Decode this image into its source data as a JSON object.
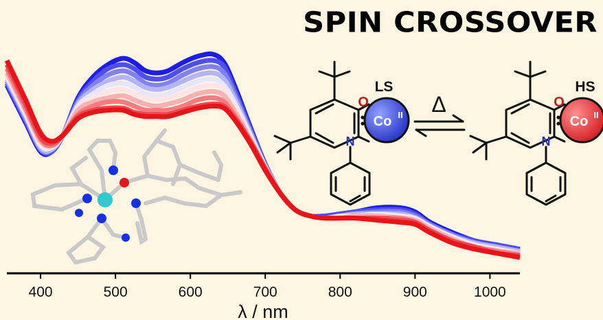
{
  "title": "SPIN CROSSOVER",
  "colors": {
    "background": "#fbf5e1",
    "high_temperature": "#e8141a",
    "low_temperature": "#1d1de6",
    "ls_metal": "#2f3fd6",
    "hs_metal": "#e4282e",
    "cobalt_atom": "#31c8cf",
    "nitrogen_atom": "#1330e6",
    "oxygen_atom": "#e0181e",
    "carbon_bond": "#c9c9c9"
  },
  "chart_data": {
    "type": "line",
    "xlabel": "λ / nm",
    "ylabel": "",
    "xlim": [
      355,
      1040
    ],
    "ylim": [
      0,
      1
    ],
    "y_axis_shown": false,
    "grid": false,
    "legend": "none",
    "xticks": [
      400,
      500,
      600,
      700,
      800,
      900,
      1000
    ],
    "tick_labels": [
      "400",
      "500",
      "600",
      "700",
      "800",
      "900",
      "1000"
    ],
    "series_count": 10,
    "color_gradient": [
      "#e8141a",
      "#ffffff",
      "#1d1de6"
    ],
    "x": [
      355,
      380,
      400,
      415,
      430,
      450,
      470,
      490,
      510,
      525,
      540,
      555,
      570,
      590,
      610,
      630,
      645,
      660,
      680,
      700,
      720,
      740,
      760,
      780,
      800,
      820,
      850,
      880,
      900,
      920,
      950,
      980,
      1010,
      1040
    ],
    "series": [
      {
        "values": [
          0.98,
          0.79,
          0.63,
          0.59,
          0.62,
          0.7,
          0.73,
          0.74,
          0.74,
          0.72,
          0.71,
          0.71,
          0.71,
          0.73,
          0.75,
          0.76,
          0.75,
          0.69,
          0.58,
          0.45,
          0.34,
          0.26,
          0.23,
          0.22,
          0.22,
          0.22,
          0.21,
          0.2,
          0.19,
          0.15,
          0.1,
          0.07,
          0.05,
          0.03
        ]
      },
      {
        "values": [
          0.96,
          0.77,
          0.61,
          0.58,
          0.62,
          0.71,
          0.74,
          0.75,
          0.75,
          0.73,
          0.72,
          0.72,
          0.72,
          0.74,
          0.76,
          0.77,
          0.76,
          0.7,
          0.59,
          0.46,
          0.34,
          0.26,
          0.23,
          0.22,
          0.22,
          0.22,
          0.22,
          0.21,
          0.2,
          0.16,
          0.11,
          0.08,
          0.05,
          0.04
        ]
      },
      {
        "values": [
          0.94,
          0.75,
          0.6,
          0.57,
          0.62,
          0.72,
          0.76,
          0.78,
          0.78,
          0.76,
          0.74,
          0.74,
          0.74,
          0.76,
          0.79,
          0.8,
          0.78,
          0.71,
          0.59,
          0.46,
          0.34,
          0.26,
          0.23,
          0.22,
          0.22,
          0.22,
          0.22,
          0.22,
          0.2,
          0.16,
          0.11,
          0.08,
          0.06,
          0.04
        ]
      },
      {
        "values": [
          0.92,
          0.74,
          0.59,
          0.57,
          0.62,
          0.74,
          0.78,
          0.8,
          0.81,
          0.79,
          0.77,
          0.76,
          0.77,
          0.79,
          0.82,
          0.83,
          0.81,
          0.73,
          0.6,
          0.46,
          0.34,
          0.26,
          0.23,
          0.22,
          0.22,
          0.23,
          0.23,
          0.22,
          0.21,
          0.17,
          0.12,
          0.08,
          0.06,
          0.05
        ]
      },
      {
        "values": [
          0.91,
          0.73,
          0.58,
          0.56,
          0.62,
          0.75,
          0.8,
          0.83,
          0.84,
          0.82,
          0.8,
          0.79,
          0.8,
          0.82,
          0.85,
          0.86,
          0.84,
          0.75,
          0.61,
          0.46,
          0.34,
          0.26,
          0.23,
          0.22,
          0.22,
          0.23,
          0.23,
          0.23,
          0.21,
          0.17,
          0.12,
          0.09,
          0.07,
          0.05
        ]
      },
      {
        "values": [
          0.9,
          0.72,
          0.57,
          0.56,
          0.62,
          0.76,
          0.82,
          0.86,
          0.87,
          0.85,
          0.82,
          0.81,
          0.82,
          0.85,
          0.88,
          0.89,
          0.86,
          0.77,
          0.62,
          0.47,
          0.34,
          0.26,
          0.23,
          0.22,
          0.23,
          0.23,
          0.24,
          0.23,
          0.22,
          0.18,
          0.13,
          0.09,
          0.07,
          0.05
        ]
      },
      {
        "values": [
          0.89,
          0.71,
          0.56,
          0.55,
          0.62,
          0.77,
          0.84,
          0.88,
          0.9,
          0.88,
          0.85,
          0.84,
          0.85,
          0.88,
          0.91,
          0.92,
          0.89,
          0.79,
          0.63,
          0.47,
          0.34,
          0.26,
          0.23,
          0.22,
          0.23,
          0.24,
          0.24,
          0.24,
          0.22,
          0.18,
          0.13,
          0.1,
          0.08,
          0.06
        ]
      },
      {
        "values": [
          0.88,
          0.7,
          0.55,
          0.55,
          0.62,
          0.78,
          0.86,
          0.91,
          0.93,
          0.91,
          0.87,
          0.86,
          0.87,
          0.91,
          0.94,
          0.95,
          0.92,
          0.81,
          0.64,
          0.47,
          0.34,
          0.26,
          0.23,
          0.22,
          0.23,
          0.24,
          0.25,
          0.25,
          0.23,
          0.19,
          0.14,
          0.1,
          0.08,
          0.06
        ]
      },
      {
        "values": [
          0.87,
          0.69,
          0.55,
          0.54,
          0.62,
          0.79,
          0.88,
          0.94,
          0.96,
          0.94,
          0.9,
          0.89,
          0.9,
          0.94,
          0.97,
          0.98,
          0.95,
          0.83,
          0.65,
          0.48,
          0.34,
          0.26,
          0.23,
          0.23,
          0.24,
          0.25,
          0.26,
          0.26,
          0.24,
          0.19,
          0.14,
          0.11,
          0.09,
          0.07
        ]
      },
      {
        "values": [
          0.86,
          0.68,
          0.54,
          0.54,
          0.62,
          0.8,
          0.9,
          0.96,
          0.99,
          0.97,
          0.93,
          0.92,
          0.93,
          0.97,
          1.0,
          1.01,
          0.97,
          0.85,
          0.66,
          0.48,
          0.34,
          0.26,
          0.23,
          0.23,
          0.24,
          0.25,
          0.27,
          0.27,
          0.25,
          0.2,
          0.15,
          0.11,
          0.09,
          0.07
        ]
      }
    ]
  },
  "scheme": {
    "left": {
      "state_label": "LS",
      "oxygen_label": "O",
      "nitrogen_label": "N",
      "metal_label": "Co",
      "oxidation_label": "II"
    },
    "equilibrium_label": "Δ",
    "right": {
      "state_label": "HS",
      "oxygen_label": "O",
      "nitrogen_label": "N",
      "metal_label": "Co",
      "oxidation_label": "II"
    }
  },
  "structure_model": {
    "metal_atom": "cobalt"
  }
}
